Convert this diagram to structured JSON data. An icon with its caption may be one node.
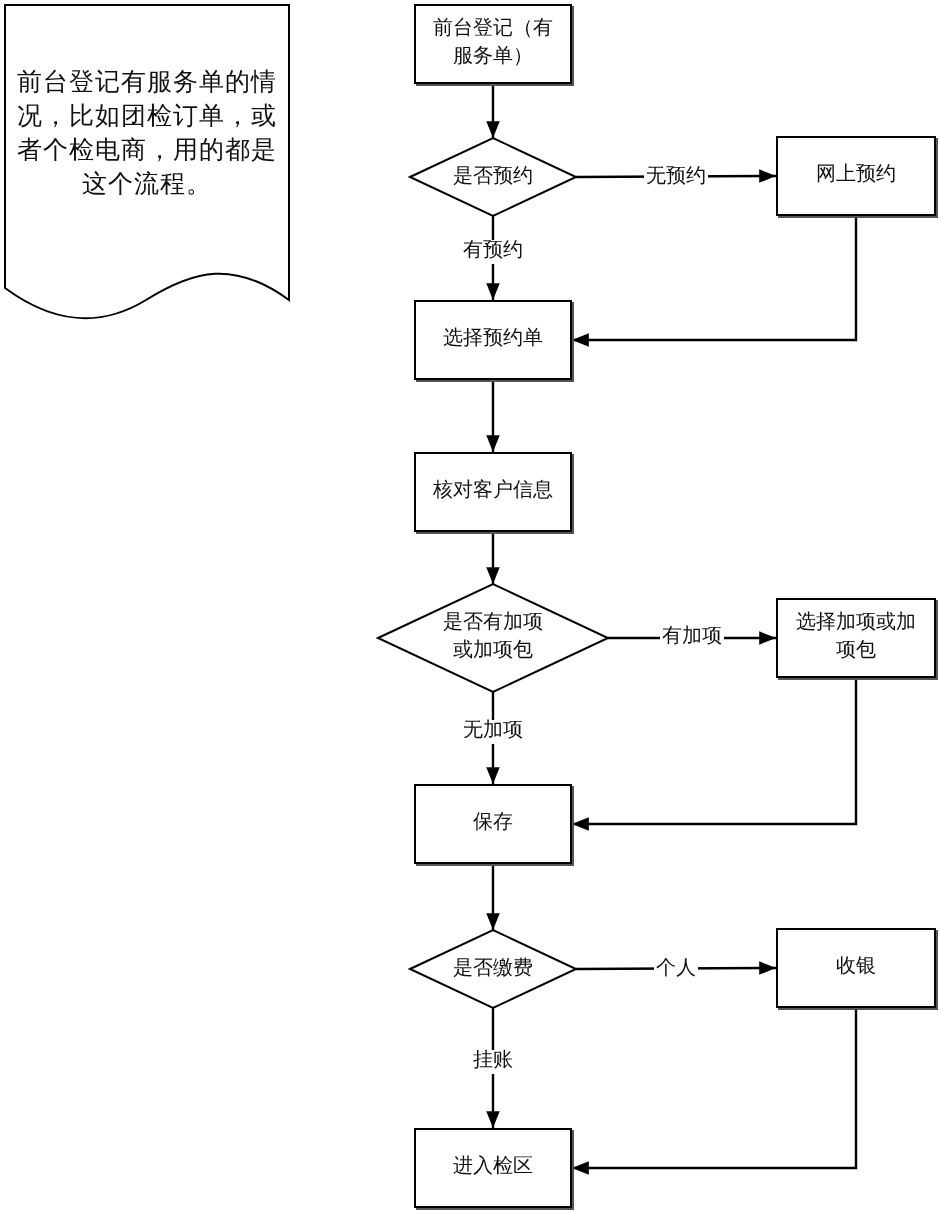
{
  "diagram": {
    "nodes": [
      {
        "text": [
          "前台登记有服务单的情况，比如团检订单，或者个检电商，用的都是这个流程。"
        ]
      },
      {
        "text": [
          "前台登记（有服务单）"
        ]
      },
      {
        "text": [
          "是否预约"
        ]
      },
      {
        "text": [
          "网上预约"
        ]
      },
      {
        "text": [
          "选择预约单"
        ]
      },
      {
        "text": [
          "核对客户信息"
        ]
      },
      {
        "text": [
          "是否有加项或加项包"
        ]
      },
      {
        "text": [
          "选择加项或加项包"
        ]
      },
      {
        "text": [
          "保存"
        ]
      },
      {
        "text": [
          "是否缴费"
        ]
      },
      {
        "text": [
          "收银"
        ]
      },
      {
        "text": [
          "进入检区"
        ]
      }
    ],
    "edges": [
      {
        "from": 1,
        "to": 2,
        "arrow": "to"
      },
      {
        "from": 2,
        "to": 3,
        "arrow": "to",
        "label": "无预约"
      },
      {
        "from": 2,
        "to": 4,
        "arrow": "to",
        "label": "有预约"
      },
      {
        "from": 3,
        "to": 4,
        "arrow": "to"
      },
      {
        "from": 4,
        "to": 5,
        "arrow": "to"
      },
      {
        "from": 5,
        "to": 6,
        "arrow": "to"
      },
      {
        "from": 6,
        "to": 7,
        "arrow": "to",
        "label": "有加项"
      },
      {
        "from": 6,
        "to": 8,
        "arrow": "to",
        "label": "无加项"
      },
      {
        "from": 7,
        "to": 8,
        "arrow": "to"
      },
      {
        "from": 8,
        "to": 9,
        "arrow": "to"
      },
      {
        "from": 9,
        "to": 10,
        "arrow": "to",
        "label": "个人"
      },
      {
        "from": 9,
        "to": 11,
        "arrow": "to",
        "label": "挂账"
      },
      {
        "from": 10,
        "to": 11,
        "arrow": "to"
      }
    ]
  }
}
